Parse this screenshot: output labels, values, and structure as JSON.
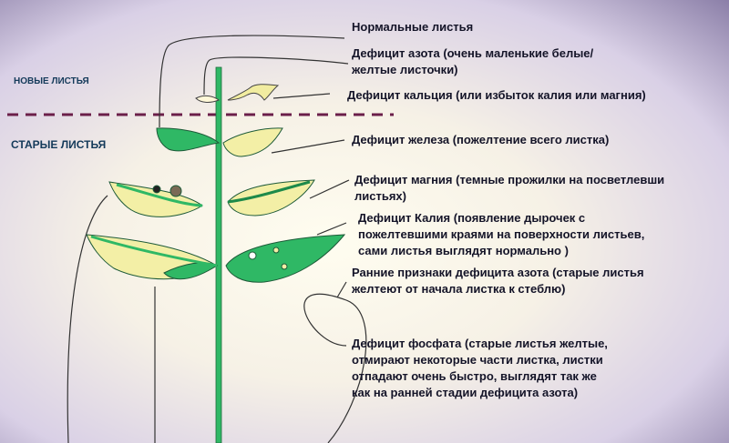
{
  "zones": {
    "new_leaves": "НОВЫЕ ЛИСТЬЯ",
    "old_leaves": "СТАРЫЕ ЛИСТЬЯ"
  },
  "labels": {
    "normal": [
      "Нормальные листья"
    ],
    "nitrogen": [
      "Дефицит азота (очень маленькие белые/",
      "желтые листочки)"
    ],
    "calcium": [
      "Дефицит кальция (или избыток калия или магния)"
    ],
    "iron": [
      "Дефицит железа  (пожелтение всего листка)"
    ],
    "magnesium": [
      "Дефицит магния (темные прожилки на посветлевши",
      "листьях)"
    ],
    "potassium": [
      "Дефицит Калия  (появление дырочек с",
      "пожелтевшими краями на поверхности листьев,",
      "сами листья выглядят нормально )"
    ],
    "early_nitrogen": [
      "Ранние признаки дефицита азота (старые листья",
      "желтеют от начала листка к стеблю)"
    ],
    "phosphate": [
      "Дефицит фосфата (старые листья желтые,",
      "отмирают некоторые части листка, листки",
      "отпадают очень быстро, выглядят  так же",
      "как на ранней стадии дефицита азота)"
    ]
  },
  "colors": {
    "leaf_green": "#2fb865",
    "leaf_yellow": "#f3efa6",
    "divider": "#6b1f4a"
  }
}
